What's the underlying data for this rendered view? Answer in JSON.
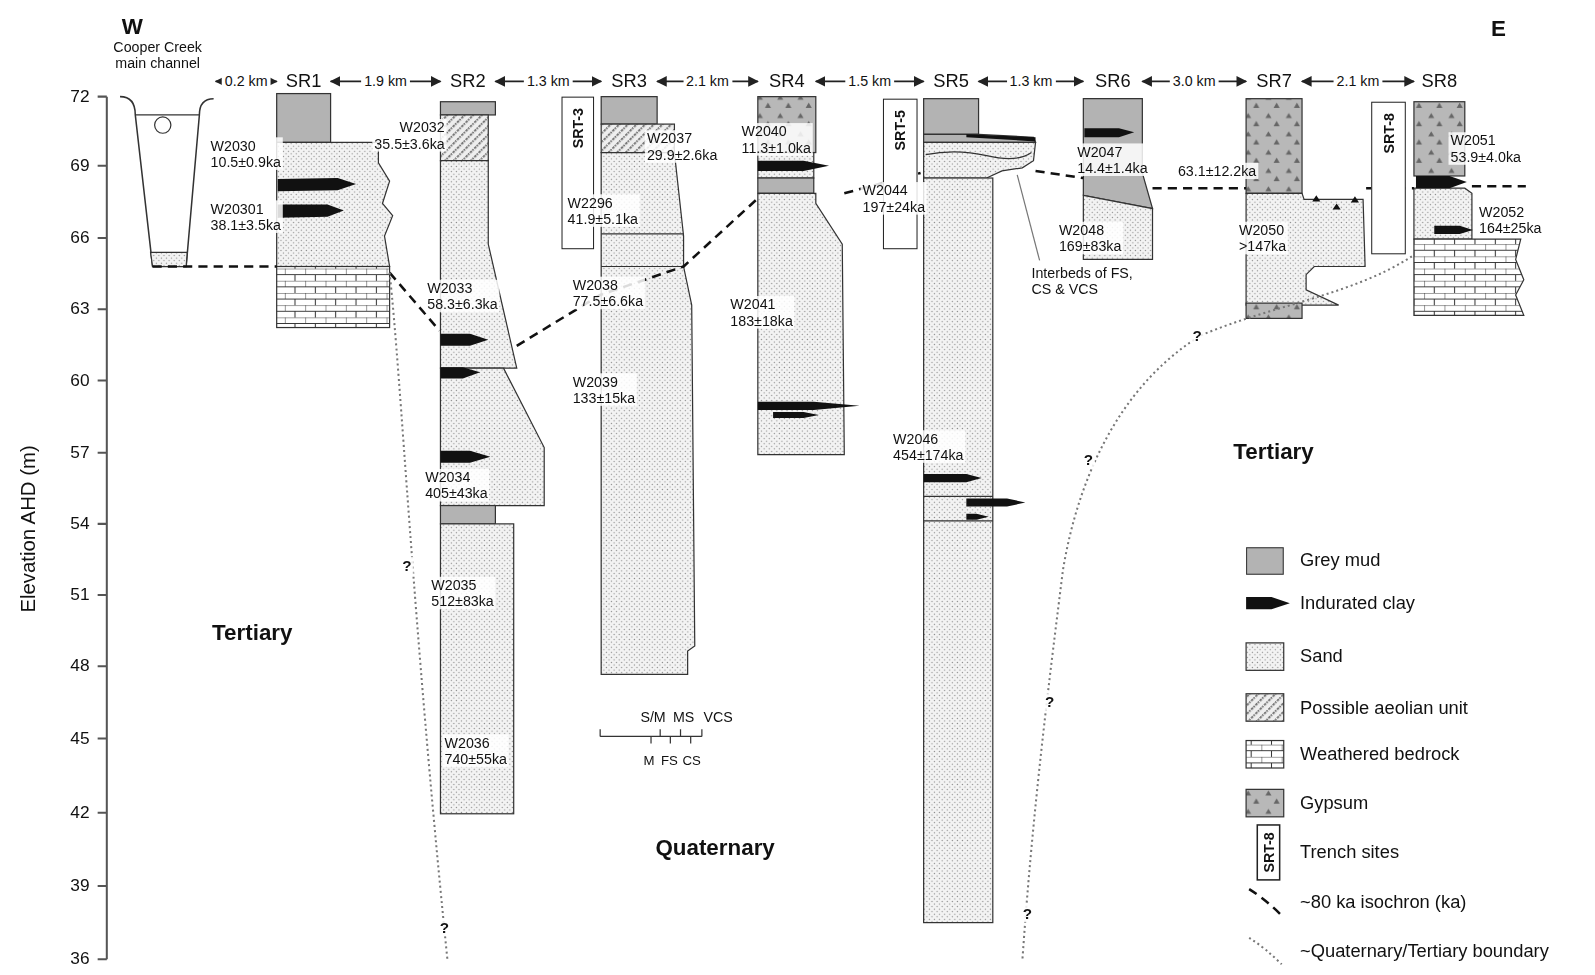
{
  "diagram": {
    "nodes": [
      {
        "text": [
          "Cooper Creek main channel"
        ]
      },
      {
        "text": [
          "SR1"
        ]
      },
      {
        "text": [
          "SR2"
        ]
      },
      {
        "text": [
          "SRT-3"
        ]
      },
      {
        "text": [
          "SR3"
        ]
      },
      {
        "text": [
          "SR4"
        ]
      },
      {
        "text": [
          "SRT-5"
        ]
      },
      {
        "text": [
          "SR5"
        ]
      },
      {
        "text": [
          "SR6"
        ]
      },
      {
        "text": [
          "SR7"
        ]
      },
      {
        "text": [
          "SRT-8"
        ]
      },
      {
        "text": [
          "SR8"
        ]
      }
    ],
    "edges": [
      {
        "from": 0,
        "to": 1,
        "label": "0.2 km",
        "arrow": "both"
      },
      {
        "from": 1,
        "to": 2,
        "label": "1.9 km",
        "arrow": "both"
      },
      {
        "from": 2,
        "to": 4,
        "label": "1.3 km",
        "arrow": "both"
      },
      {
        "from": 4,
        "to": 5,
        "label": "2.1 km",
        "arrow": "both"
      },
      {
        "from": 5,
        "to": 7,
        "label": "1.5 km",
        "arrow": "both"
      },
      {
        "from": 7,
        "to": 8,
        "label": "1.3 km",
        "arrow": "both"
      },
      {
        "from": 8,
        "to": 9,
        "label": "3.0 km",
        "arrow": "both"
      },
      {
        "from": 9,
        "to": 11,
        "label": "2.1 km",
        "arrow": "both"
      }
    ],
    "labels": [
      "W",
      "E",
      "72",
      "69",
      "66",
      "63",
      "60",
      "57",
      "54",
      "51",
      "48",
      "45",
      "42",
      "39",
      "36",
      "Elevation AHD (m)",
      "W2030 10.5±0.9ka",
      "W20301 38.1±3.5ka",
      "W2032 35.5±3.6ka",
      "W2033 58.3±6.3ka",
      "W2034 405±43ka",
      "W2035 512±83ka",
      "W2036 740±55ka",
      "W2037 29.9±2.6ka",
      "W2296 41.9±5.1ka",
      "W2038 77.5±6.6ka",
      "W2039 133±15ka",
      "W2040 11.3±1.0ka",
      "W2041 183±18ka",
      "W2044 197±24ka",
      "W2046 454±174ka",
      "W2047 14.4±1.4ka",
      "W2048 169±83ka",
      "63.1±12.2ka",
      "W2050 >147ka",
      "W2051 53.9±4.0ka",
      "W2052 164±25ka",
      "Interbeds of FS, CS & VCS",
      "Tertiary",
      "Tertiary",
      "Quaternary",
      "?",
      "?",
      "?",
      "?",
      "?",
      "?",
      "S/M",
      "MS",
      "VCS",
      "M",
      "FS",
      "CS",
      "SRT-8"
    ],
    "legend": [
      {
        "text": "Grey mud",
        "color": "#b3b3b3"
      },
      {
        "text": "Indurated clay"
      },
      {
        "text": "Sand"
      },
      {
        "text": "Possible aeolian unit"
      },
      {
        "text": "Weathered bedrock"
      },
      {
        "text": "Gypsum"
      },
      {
        "text": "Trench sites"
      },
      {
        "text": "~80 ka isochron (ka)"
      },
      {
        "text": "~Quaternary/Tertiary boundary"
      }
    ]
  }
}
